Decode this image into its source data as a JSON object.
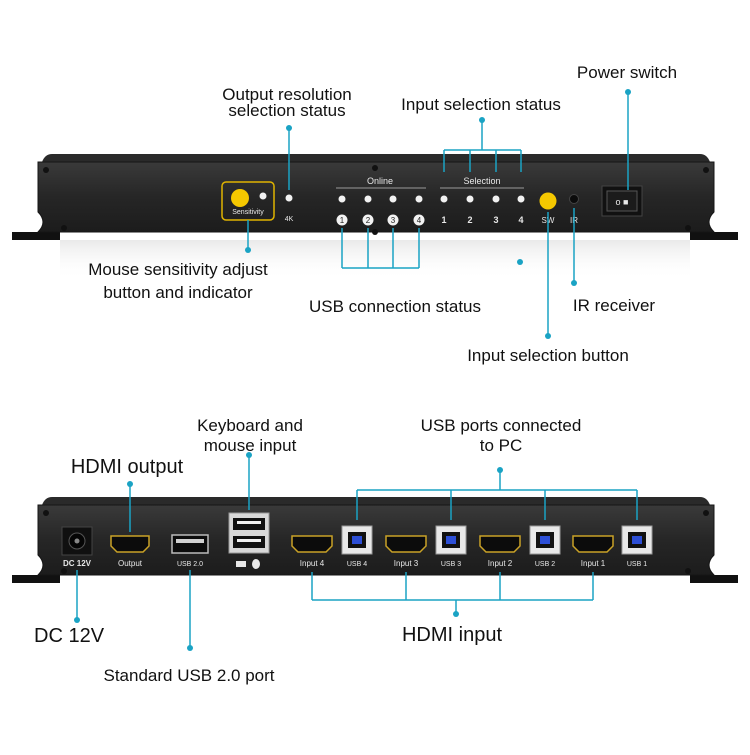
{
  "front_panel": {
    "group_online": "Online",
    "group_selection": "Selection",
    "sensitivity": "Sensitivity",
    "res_4k": "4K",
    "online_nums": [
      "1",
      "2",
      "3",
      "4"
    ],
    "selection_nums": [
      "1",
      "2",
      "3",
      "4"
    ],
    "sw": "SW",
    "ir": "IR",
    "power_symbol": "o  ■"
  },
  "front_callouts": {
    "output_resolution": [
      "Output resolution",
      "selection status"
    ],
    "input_selection_status": "Input selection status",
    "power_switch": "Power switch",
    "mouse_sensitivity": [
      "Mouse sensitivity adjust",
      "button and indicator"
    ],
    "usb_connection_status": "USB connection status",
    "ir_receiver": "IR receiver",
    "input_selection_button": "Input selection button"
  },
  "rear_panel": {
    "dc": "DC 12V",
    "output": "Output",
    "usb20": "USB 2.0",
    "ports": [
      {
        "hdmi": "Input 4",
        "usb": "USB 4"
      },
      {
        "hdmi": "Input 3",
        "usb": "USB 3"
      },
      {
        "hdmi": "Input 2",
        "usb": "USB 2"
      },
      {
        "hdmi": "Input 1",
        "usb": "USB 1"
      }
    ]
  },
  "rear_callouts": {
    "keyboard_mouse": [
      "Keyboard and",
      "mouse input"
    ],
    "usb_ports_pc": [
      "USB ports connected",
      "to PC"
    ],
    "hdmi_output": "HDMI output",
    "dc_12v": "DC 12V",
    "hdmi_input": "HDMI input",
    "standard_usb": "Standard USB 2.0 port"
  },
  "colors": {
    "callout_line": "#1aa3c4",
    "panel": "#2b2b2b",
    "panel_edge": "#1a1a1a",
    "led_white": "#f2f2f2",
    "button_yellow": "#f5c800",
    "usb_blue": "#2d4fd6",
    "text": "#111111"
  }
}
